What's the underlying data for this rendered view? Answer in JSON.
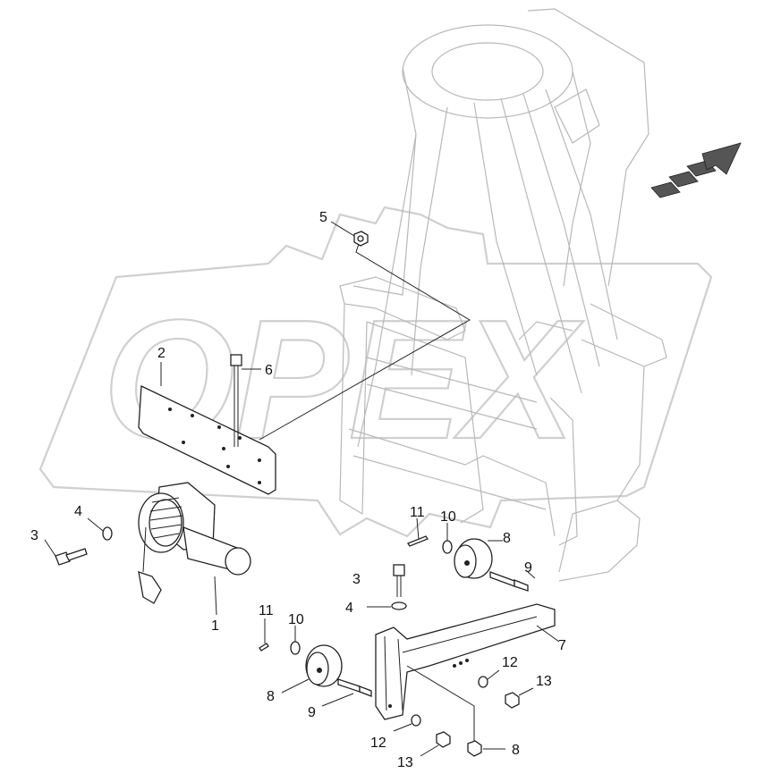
{
  "diagram": {
    "watermark": "OPEX",
    "callouts": [
      "1",
      "2",
      "3",
      "4",
      "5",
      "6",
      "7",
      "8",
      "9",
      "10",
      "11",
      "12",
      "13"
    ],
    "labels": {
      "p1": "1",
      "p2": "2",
      "p3a": "3",
      "p3b": "3",
      "p4a": "4",
      "p4b": "4",
      "p5": "5",
      "p6": "6",
      "p7": "7",
      "p8a": "8",
      "p8b": "8",
      "p8c": "8",
      "p9a": "9",
      "p9b": "9",
      "p10a": "10",
      "p10b": "10",
      "p11a": "11",
      "p11b": "11",
      "p12a": "12",
      "p12b": "12",
      "p13a": "13",
      "p13b": "13"
    },
    "direction_arrow_icon": "direction-arrow-icon"
  }
}
